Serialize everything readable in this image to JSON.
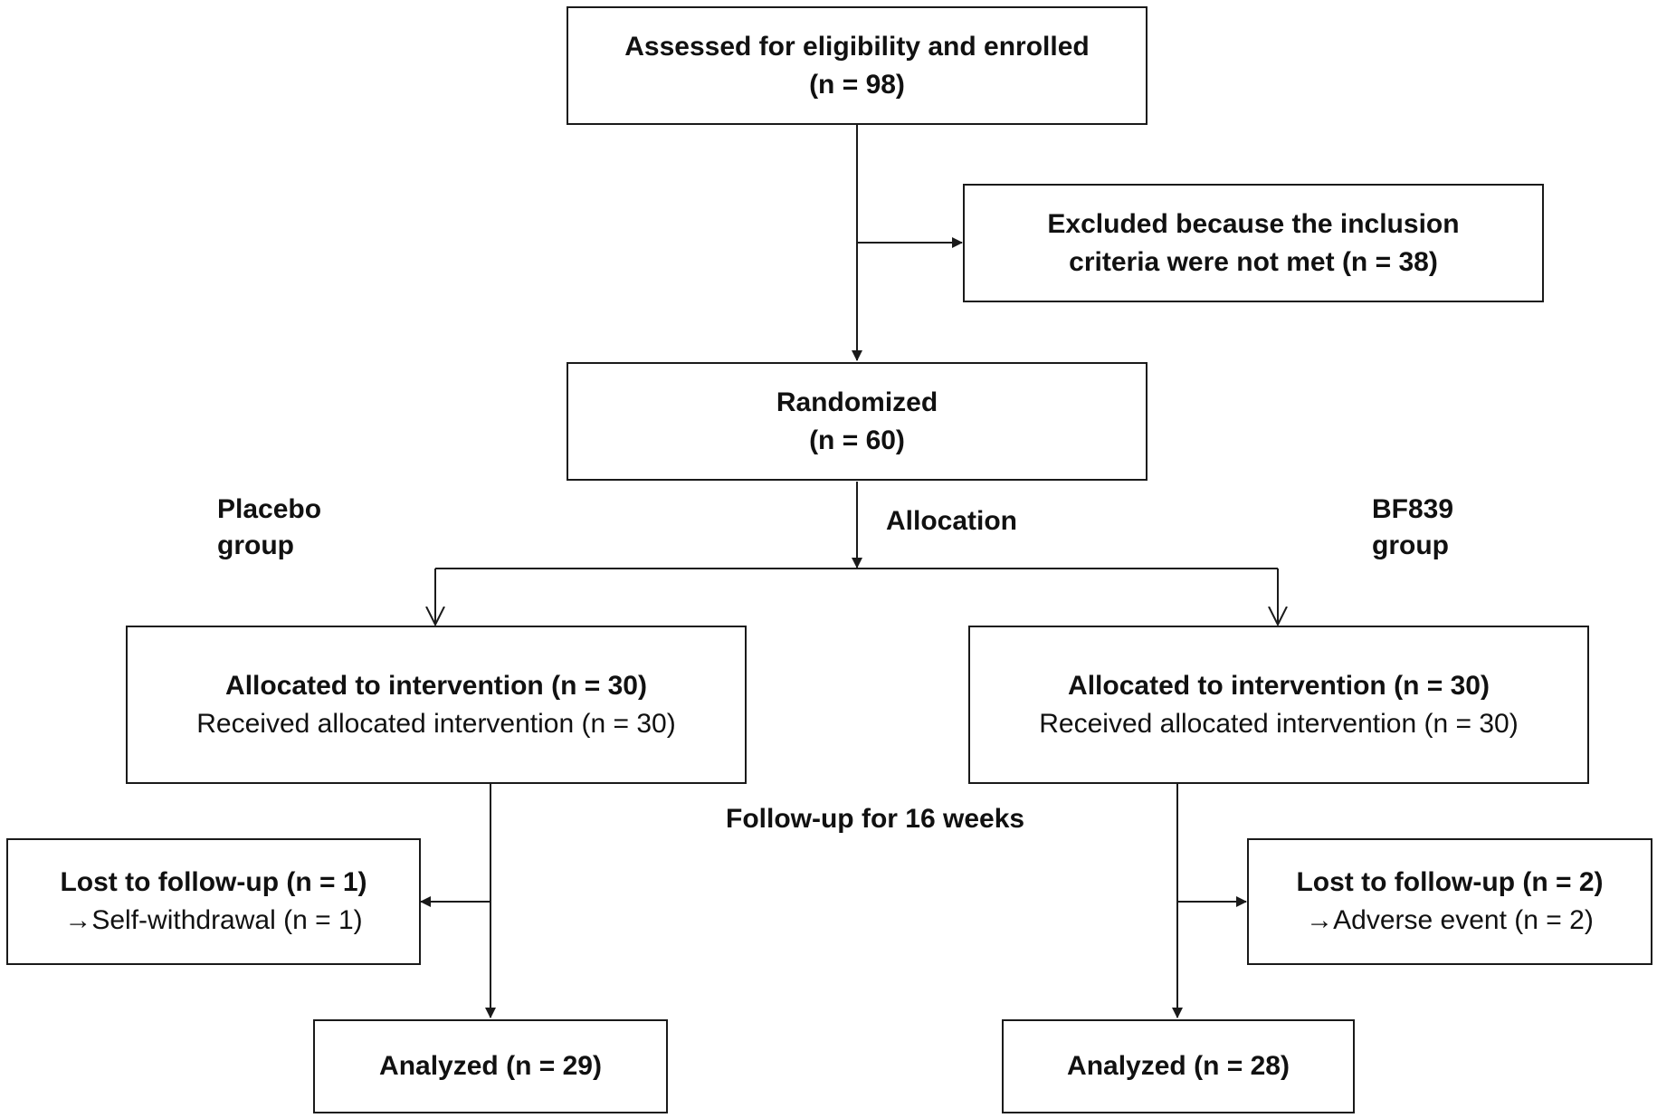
{
  "enrolled": {
    "line1": "Assessed for eligibility and enrolled",
    "line2": "(n = 98)"
  },
  "excluded": {
    "line1": "Excluded because the inclusion",
    "line2": "criteria were not met (n = 38)"
  },
  "randomized": {
    "line1": "Randomized",
    "line2": "(n = 60)"
  },
  "allocation_label": "Allocation",
  "placebo_group": {
    "line1": "Placebo",
    "line2": "group"
  },
  "bf839_group": {
    "line1": "BF839",
    "line2": "group"
  },
  "placebo_allocated": {
    "line1": "Allocated to intervention (n = 30)",
    "line2": "Received allocated intervention (n = 30)"
  },
  "bf839_allocated": {
    "line1": "Allocated to intervention (n = 30)",
    "line2": "Received allocated intervention (n = 30)"
  },
  "followup_label": "Follow-up for 16 weeks",
  "placebo_lost": {
    "line1": "Lost to follow-up (n = 1)",
    "line2": "→Self-withdrawal (n = 1)"
  },
  "bf839_lost": {
    "line1": "Lost to follow-up (n = 2)",
    "line2": "→Adverse event (n = 2)"
  },
  "placebo_analyzed": "Analyzed (n = 29)",
  "bf839_analyzed": "Analyzed (n = 28)"
}
